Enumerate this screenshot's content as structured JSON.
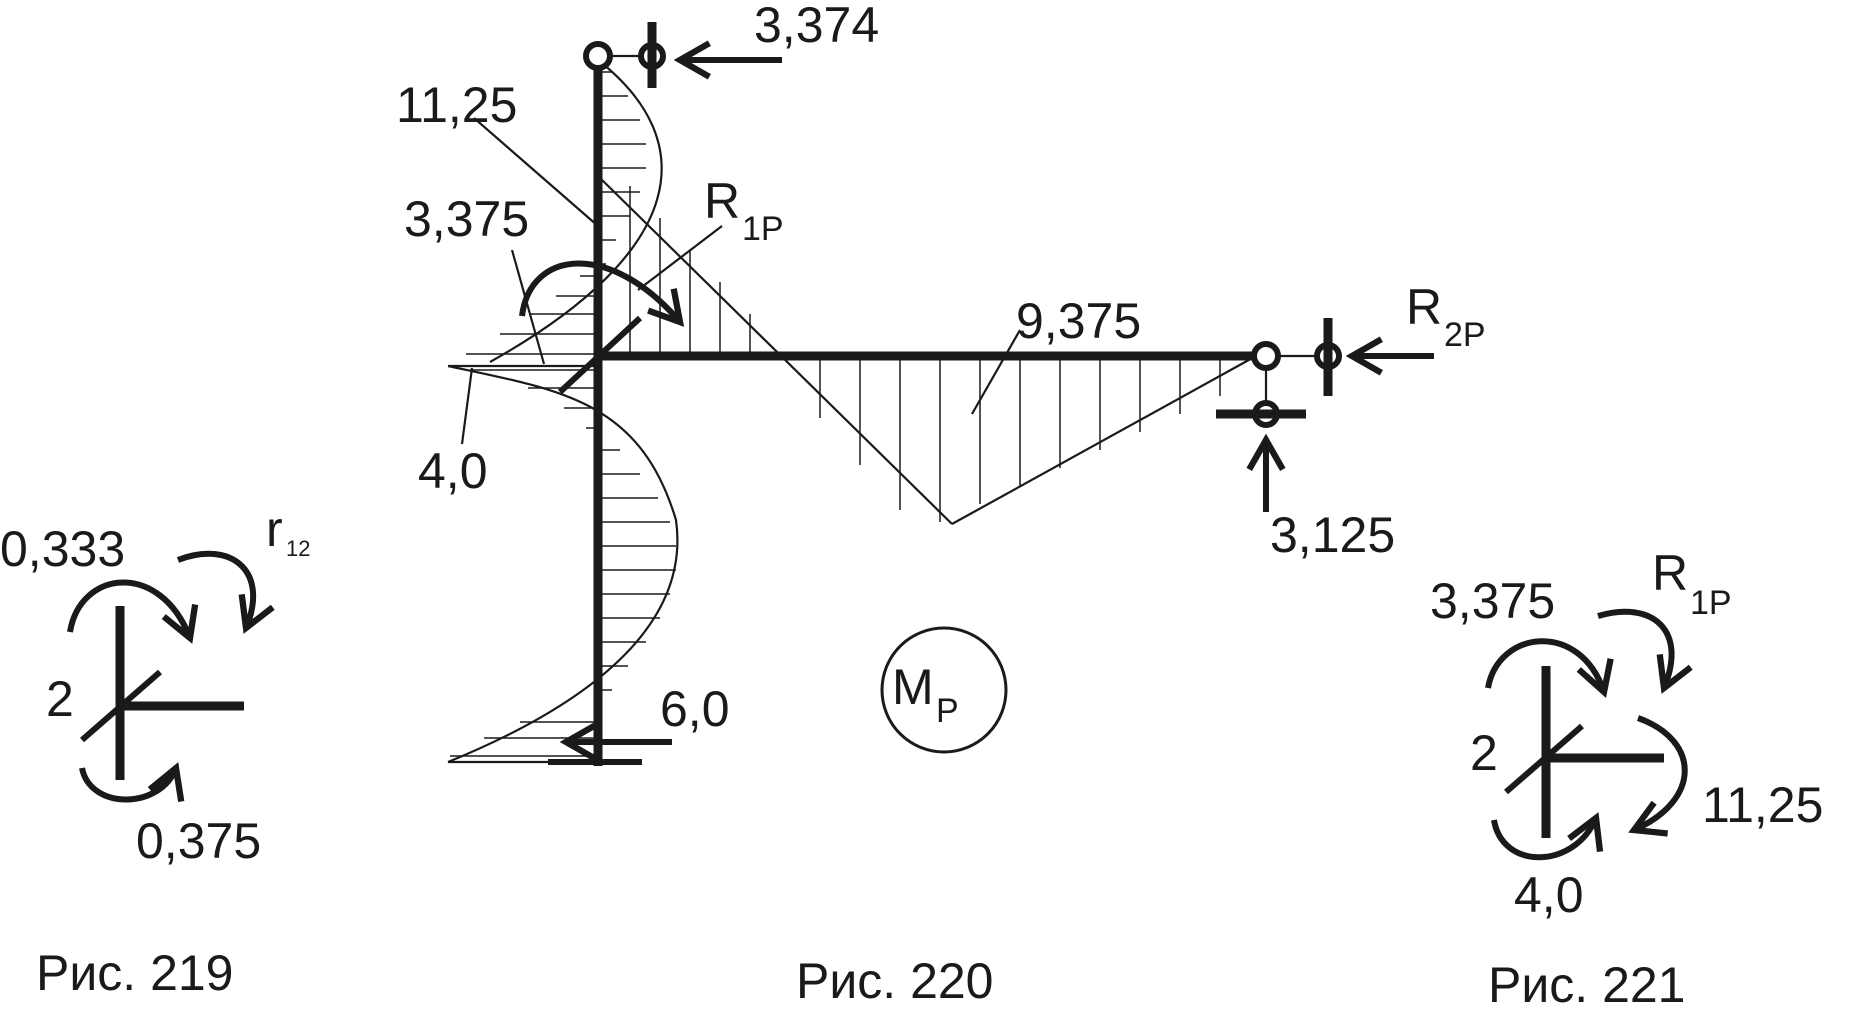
{
  "figure_219": {
    "caption": "Рис. 219",
    "node_label": "2",
    "moment_top_left": "0,333",
    "moment_bottom": "0,375",
    "reaction_label_main": "r",
    "reaction_label_sub": "12"
  },
  "figure_220": {
    "caption": "Рис. 220",
    "diagram_label_main": "M",
    "diagram_label_sub": "P",
    "top_support_force": "3,374",
    "right_support_vertical_force": "3,125",
    "bottom_force": "6,0",
    "ordinate_top": "11,25",
    "ordinate_left_node": "3,375",
    "ordinate_left_bulge": "4,0",
    "ordinate_beam": "9,375",
    "reaction_1_main": "R",
    "reaction_1_sub": "1P",
    "reaction_2_main": "R",
    "reaction_2_sub": "2P"
  },
  "figure_221": {
    "caption": "Рис. 221",
    "node_label": "2",
    "moment_top_left": "3,375",
    "moment_right": "11,25",
    "moment_bottom": "4,0",
    "reaction_label_main": "R",
    "reaction_label_sub": "1P"
  }
}
